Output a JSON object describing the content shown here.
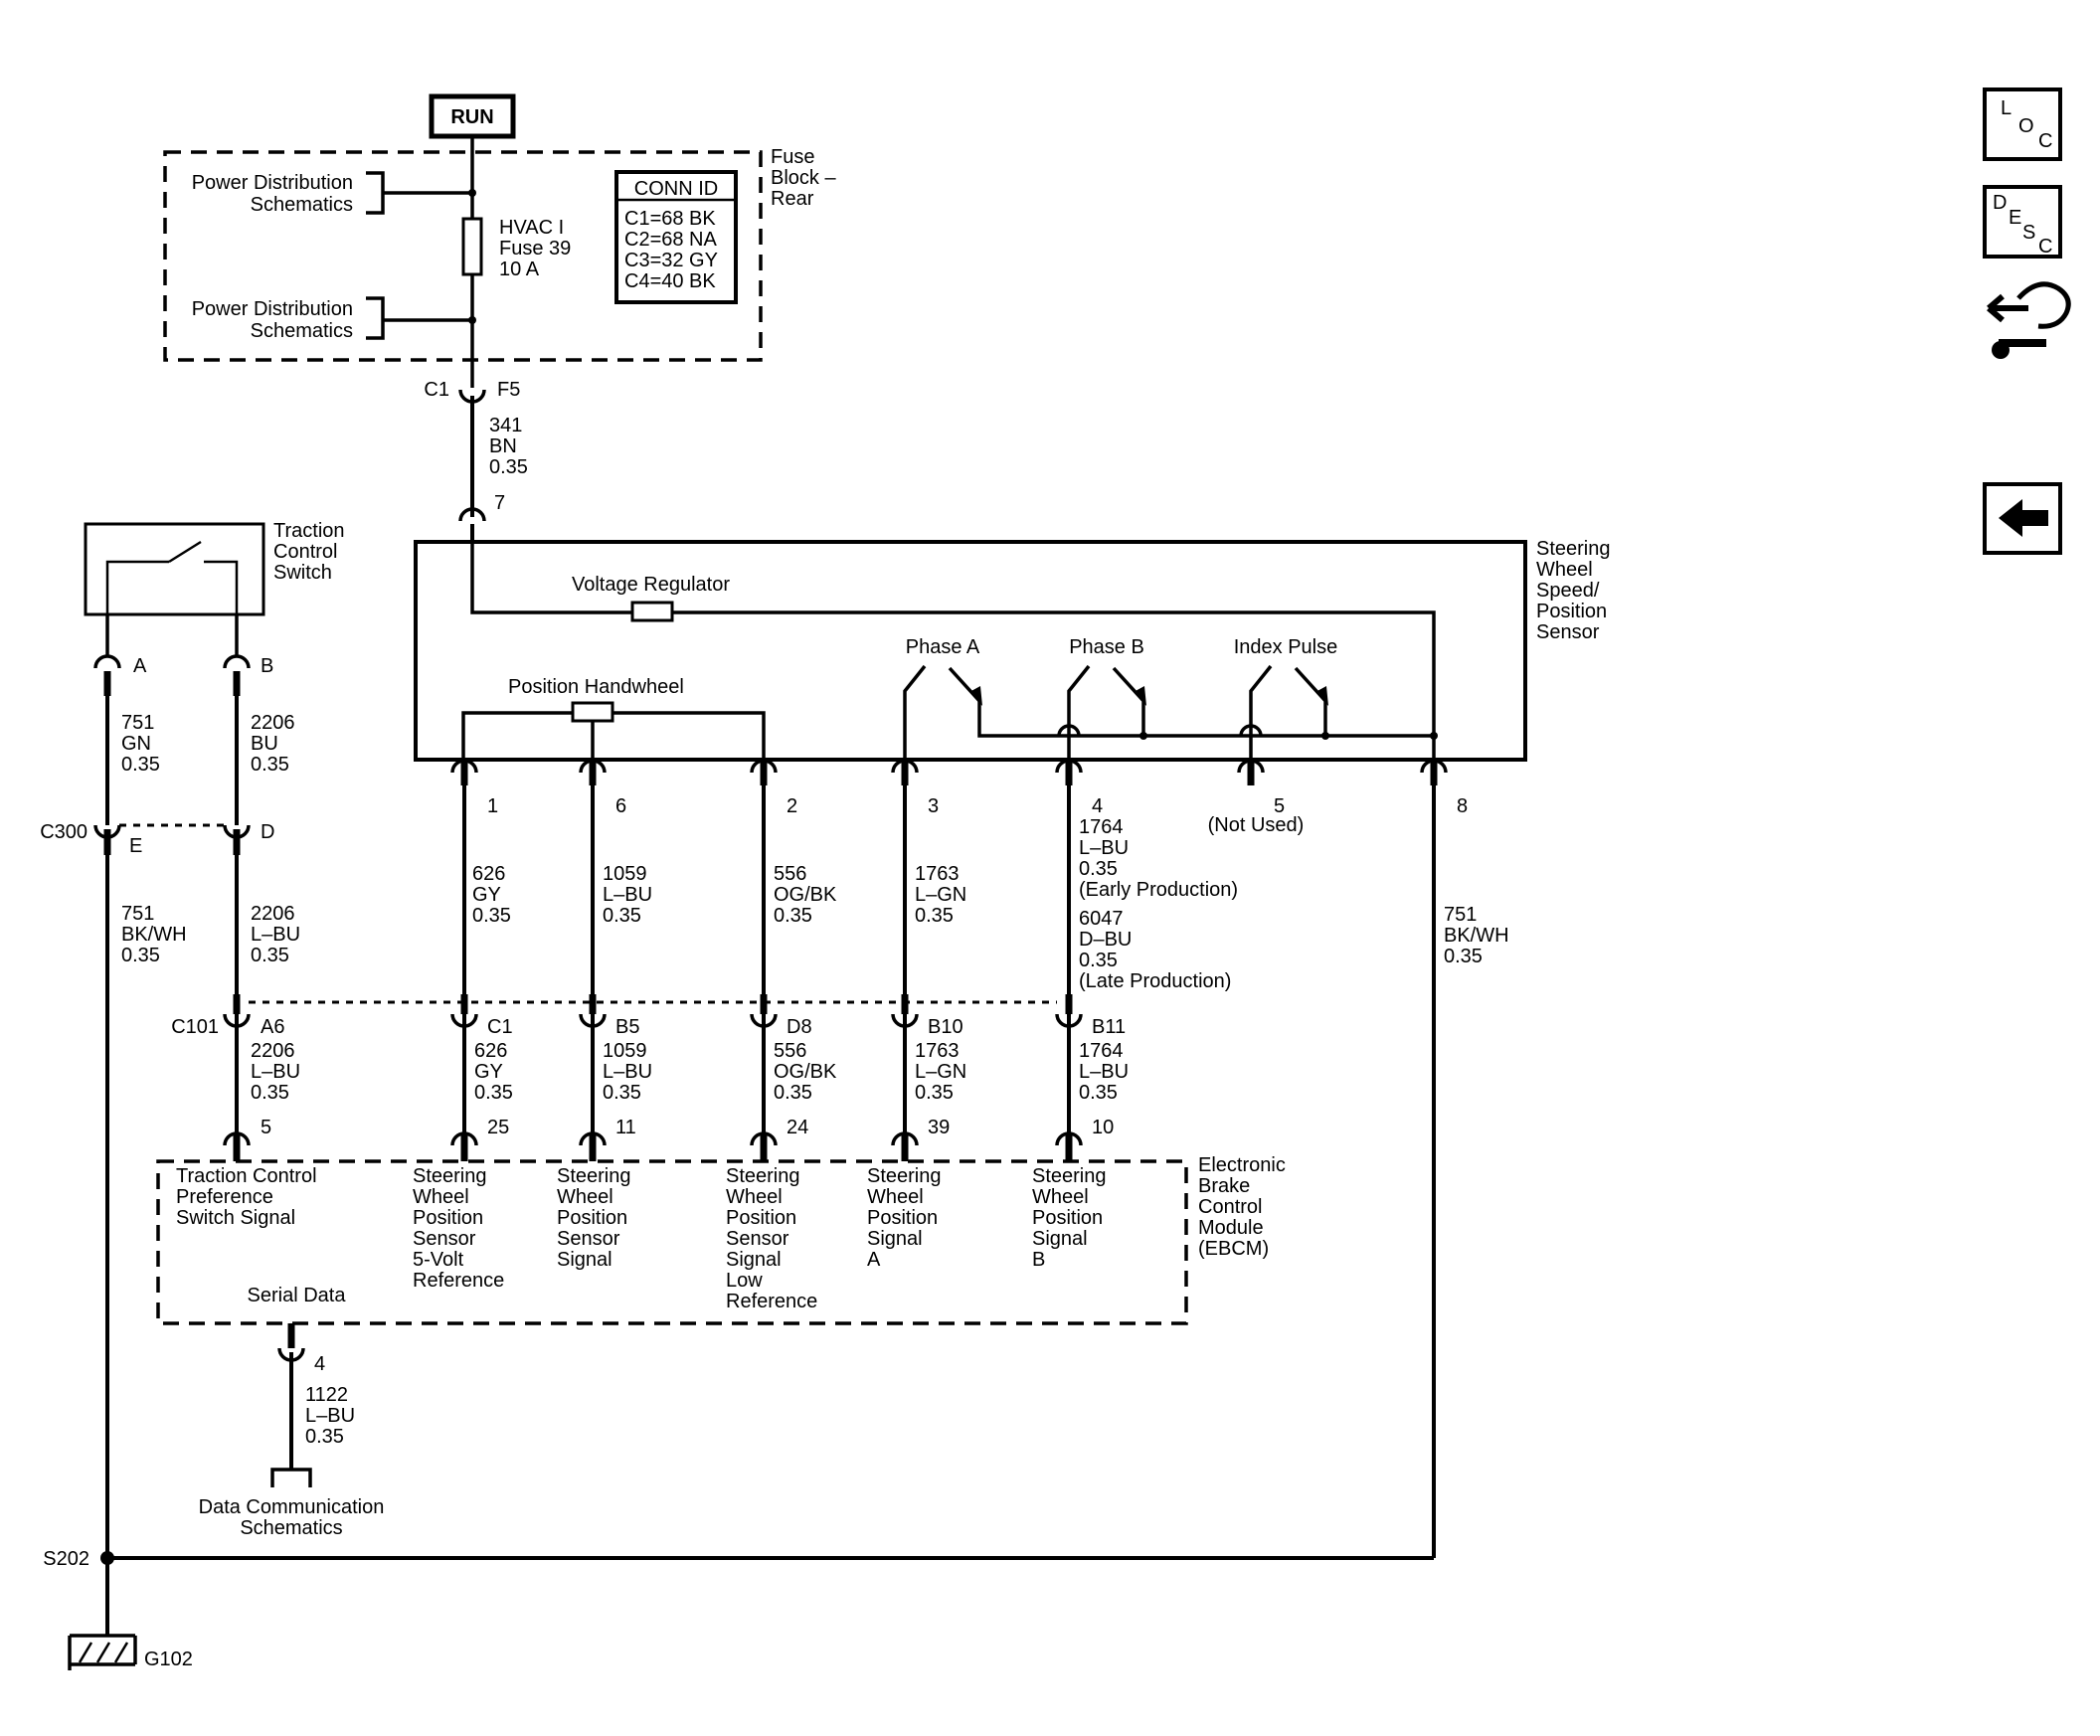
{
  "power": {
    "run": "RUN",
    "pds1": [
      "Power Distribution",
      "Schematics"
    ],
    "pds2": [
      "Power Distribution",
      "Schematics"
    ],
    "fuse": [
      "HVAC I",
      "Fuse 39",
      "10 A"
    ],
    "fuse_block": [
      "Fuse",
      "Block –",
      "Rear"
    ],
    "conn_title": "CONN ID",
    "conn_rows": [
      "C1=68 BK",
      "C2=68 NA",
      "C3=32 GY",
      "C4=40 BK"
    ],
    "c1": "C1",
    "f5": "F5",
    "wire": [
      "341",
      "BN",
      "0.35"
    ]
  },
  "sensor": {
    "pin_top": "7",
    "name": [
      "Steering",
      "Wheel",
      "Speed/",
      "Position",
      "Sensor"
    ],
    "voltage_regulator": "Voltage Regulator",
    "position_handwheel": "Position Handwheel",
    "phase_a": "Phase A",
    "phase_b": "Phase B",
    "index_pulse": "Index Pulse",
    "pins": [
      "1",
      "6",
      "2",
      "3",
      "4",
      "5",
      "8"
    ],
    "not_used": "(Not Used)"
  },
  "switch": {
    "name": [
      "Traction",
      "Control",
      "Switch"
    ],
    "pin_a": "A",
    "pin_b": "B",
    "wire_a": [
      "751",
      "GN",
      "0.35"
    ],
    "wire_b": [
      "2206",
      "BU",
      "0.35"
    ],
    "c300": "C300",
    "pin_e": "E",
    "pin_d": "D",
    "wire_e": [
      "751",
      "BK/WH",
      "0.35"
    ],
    "wire_d": [
      "2206",
      "L–BU",
      "0.35"
    ]
  },
  "mid_wires": {
    "w1": [
      "626",
      "GY",
      "0.35"
    ],
    "w6": [
      "1059",
      "L–BU",
      "0.35"
    ],
    "w2": [
      "556",
      "OG/BK",
      "0.35"
    ],
    "w3": [
      "1763",
      "L–GN",
      "0.35"
    ],
    "w4": [
      "1764",
      "L–BU",
      "0.35",
      "(Early Production)",
      "6047",
      "D–BU",
      "0.35",
      "(Late Production)"
    ],
    "w8": [
      "751",
      "BK/WH",
      "0.35"
    ]
  },
  "c101": {
    "name": "C101",
    "pins": [
      "A6",
      "C1",
      "B5",
      "D8",
      "B10",
      "B11"
    ]
  },
  "low_wires": {
    "a6": [
      "2206",
      "L–BU",
      "0.35"
    ],
    "c1": [
      "626",
      "GY",
      "0.35"
    ],
    "b5": [
      "1059",
      "L–BU",
      "0.35"
    ],
    "d8": [
      "556",
      "OG/BK",
      "0.35"
    ],
    "b10": [
      "1763",
      "L–GN",
      "0.35"
    ],
    "b11": [
      "1764",
      "L–BU",
      "0.35"
    ]
  },
  "ebcm": {
    "pins": [
      "5",
      "25",
      "11",
      "24",
      "39",
      "10"
    ],
    "name": [
      "Electronic",
      "Brake",
      "Control",
      "Module",
      "(EBCM)"
    ],
    "sig1": [
      "Traction Control",
      "Preference",
      "Switch Signal"
    ],
    "sig2": [
      "Steering",
      "Wheel",
      "Position",
      "Sensor",
      "5-Volt",
      "Reference"
    ],
    "sig3": [
      "Steering",
      "Wheel",
      "Position",
      "Sensor",
      "Signal"
    ],
    "sig4": [
      "Steering",
      "Wheel",
      "Position",
      "Sensor",
      "Signal",
      "Low",
      "Reference"
    ],
    "sig5": [
      "Steering",
      "Wheel",
      "Position",
      "Signal",
      "A"
    ],
    "sig6": [
      "Steering",
      "Wheel",
      "Position",
      "Signal",
      "B"
    ],
    "serial": "Serial Data",
    "serial_pin": "4",
    "serial_wire": [
      "1122",
      "L–BU",
      "0.35"
    ],
    "dcs": [
      "Data Communication",
      "Schematics"
    ]
  },
  "ground": {
    "splice": "S202",
    "gnd": "G102"
  },
  "nav": {
    "loc": [
      "L",
      "O",
      "C"
    ],
    "desc": [
      "D",
      "E",
      "S",
      "C"
    ],
    "icons": [
      "loc-icon",
      "desc-icon",
      "connector-icon",
      "back-arrow-icon"
    ]
  }
}
